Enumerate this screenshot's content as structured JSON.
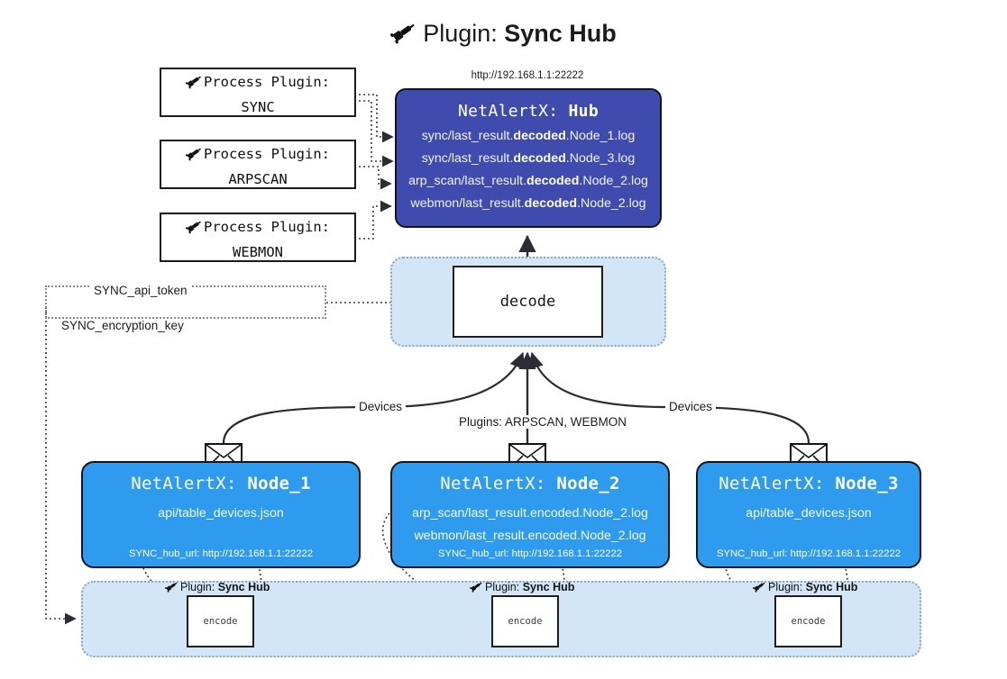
{
  "title": {
    "icon": "plug-icon",
    "prefix": "Plugin:",
    "name": "Sync Hub"
  },
  "hub": {
    "url": "http://192.168.1.1:22222",
    "title_prefix": "NetAlertX:",
    "title_name": "Hub",
    "lines": [
      {
        "pre": "sync/last_result.",
        "mid": "decoded",
        "post": ".Node_1.log"
      },
      {
        "pre": "sync/last_result.",
        "mid": "decoded",
        "post": ".Node_3.log"
      },
      {
        "pre": "arp_scan/last_result.",
        "mid": "decoded",
        "post": ".Node_2.log"
      },
      {
        "pre": "webmon/last_result.",
        "mid": "decoded",
        "post": ".Node_2.log"
      }
    ]
  },
  "process_plugins": [
    {
      "icon": "plug-icon",
      "line1": "Process Plugin:",
      "line2": "SYNC"
    },
    {
      "icon": "plug-icon",
      "line1": "Process Plugin:",
      "line2": "ARPSCAN"
    },
    {
      "icon": "plug-icon",
      "line1": "Process Plugin:",
      "line2": "WEBMON"
    }
  ],
  "decode": {
    "label": "decode"
  },
  "tokens": {
    "api": "SYNC_api_token",
    "encryption": "SYNC_encryption_key"
  },
  "edge_labels": {
    "devices_left": "Devices",
    "devices_right": "Devices",
    "plugins": "Plugins: ARPSCAN, WEBMON"
  },
  "nodes": [
    {
      "title_prefix": "NetAlertX:",
      "title_name": "Node_1",
      "lines": [
        "api/table_devices.json"
      ],
      "footer": "SYNC_hub_url: http://192.168.1.1:22222"
    },
    {
      "title_prefix": "NetAlertX:",
      "title_name": "Node_2",
      "lines": [
        "arp_scan/last_result.encoded.Node_2.log",
        "webmon/last_result.encoded.Node_2.log"
      ],
      "footer": "SYNC_hub_url: http://192.168.1.1:22222"
    },
    {
      "title_prefix": "NetAlertX:",
      "title_name": "Node_3",
      "lines": [
        "api/table_devices.json"
      ],
      "footer": "SYNC_hub_url: http://192.168.1.1:22222"
    }
  ],
  "encoders": [
    {
      "caption_prefix": "Plugin:",
      "caption_name": "Sync Hub",
      "label": "encode"
    },
    {
      "caption_prefix": "Plugin:",
      "caption_name": "Sync Hub",
      "label": "encode"
    },
    {
      "caption_prefix": "Plugin:",
      "caption_name": "Sync Hub",
      "label": "encode"
    }
  ],
  "colors": {
    "hub_fill": "#3f4cad",
    "node_fill": "#2e9bef",
    "container_fill": "#d2e6f8",
    "stroke": "#15151f",
    "dotted": "#8a8a8a"
  }
}
